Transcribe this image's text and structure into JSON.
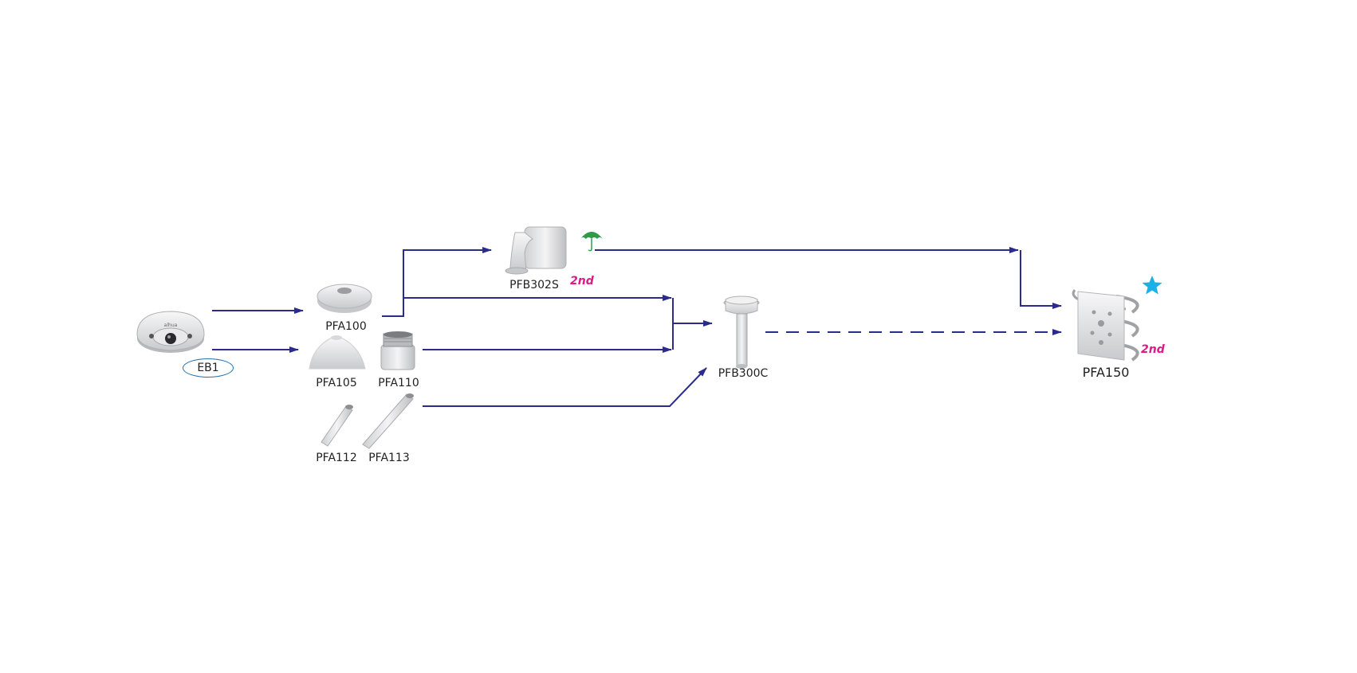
{
  "camera": {
    "label": "EB1",
    "logo_text": "alhua"
  },
  "products": {
    "pfa100": "PFA100",
    "pfa105": "PFA105",
    "pfa110": "PFA110",
    "pfa112": "PFA112",
    "pfa113": "PFA113",
    "pfb302s": "PFB302S",
    "pfb300c": "PFB300C",
    "pfa150": "PFA150"
  },
  "badges": {
    "pfb302s": "2nd",
    "pfa150": "2nd"
  },
  "icons": {
    "weatherproof": "umbrella-icon",
    "recommended": "star-icon"
  },
  "colors": {
    "arrow": "#2b2b8c",
    "badge": "#e0198a",
    "star": "#1ab0e8",
    "umbrella": "#2e9a4a",
    "eb1_outline": "#1f6fa8"
  }
}
